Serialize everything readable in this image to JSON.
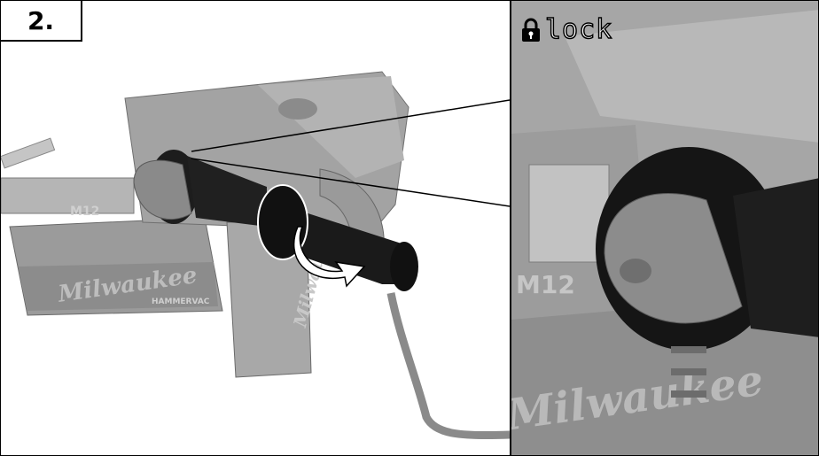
{
  "step": {
    "label": "2."
  },
  "detail": {
    "mode_label": "lock",
    "mode_icon": "padlock-icon"
  },
  "tool": {
    "brand": "Milwaukee",
    "model_badge": "M12",
    "side_text": "HAMMERVAC"
  },
  "colors": {
    "frame": "#000000",
    "tool_gray": "#9a9a9a",
    "handle": "#1a1a1a",
    "arrow": "#ffffff"
  }
}
